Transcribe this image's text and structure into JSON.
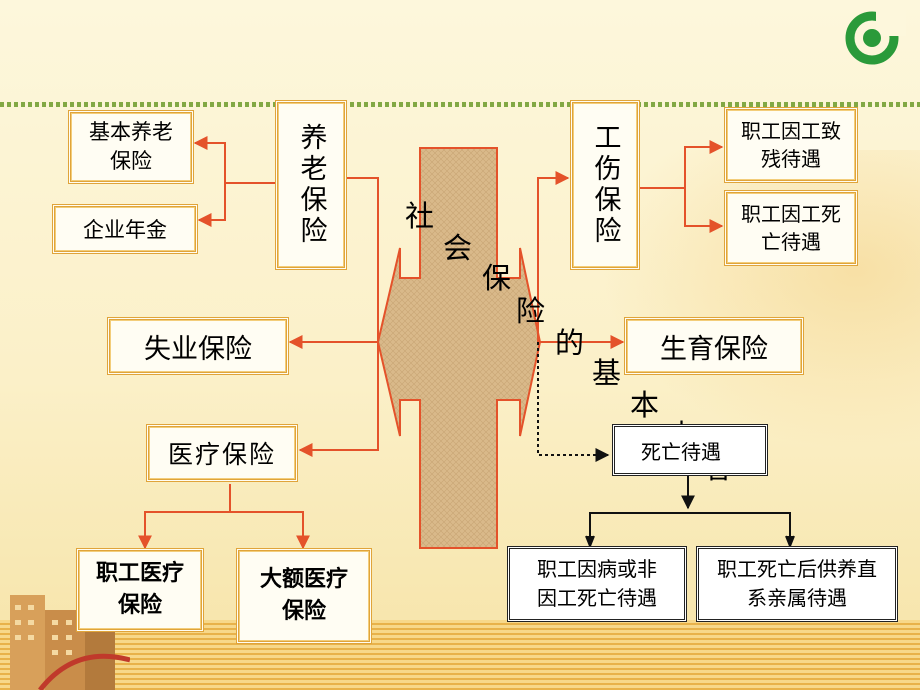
{
  "center_title_chars": [
    "社",
    "会",
    "保",
    "险",
    "的",
    "基",
    "本",
    "内",
    "容"
  ],
  "pension": {
    "title": "养老保险",
    "children": [
      "基本养老保险",
      "企业年金"
    ]
  },
  "injury": {
    "title": "工伤保险",
    "children": [
      "职工因工致残待遇",
      "职工因工死亡待遇"
    ]
  },
  "unemployment": {
    "title": "失业保险"
  },
  "maternity": {
    "title": "生育保险"
  },
  "medical": {
    "title": "医疗保险",
    "children": [
      "职工医疗保险",
      "大额医疗保险"
    ]
  },
  "death": {
    "title": "死亡待遇",
    "children": [
      "职工因病或非因工死亡待遇",
      "职工死亡后供养直系亲属待遇"
    ]
  },
  "colors": {
    "arrow": "#e4522a",
    "box_border": "#e0a43a",
    "cross": "#d9b98a",
    "logo": "#2a9a3a"
  },
  "icons": [
    "logo-icon"
  ]
}
